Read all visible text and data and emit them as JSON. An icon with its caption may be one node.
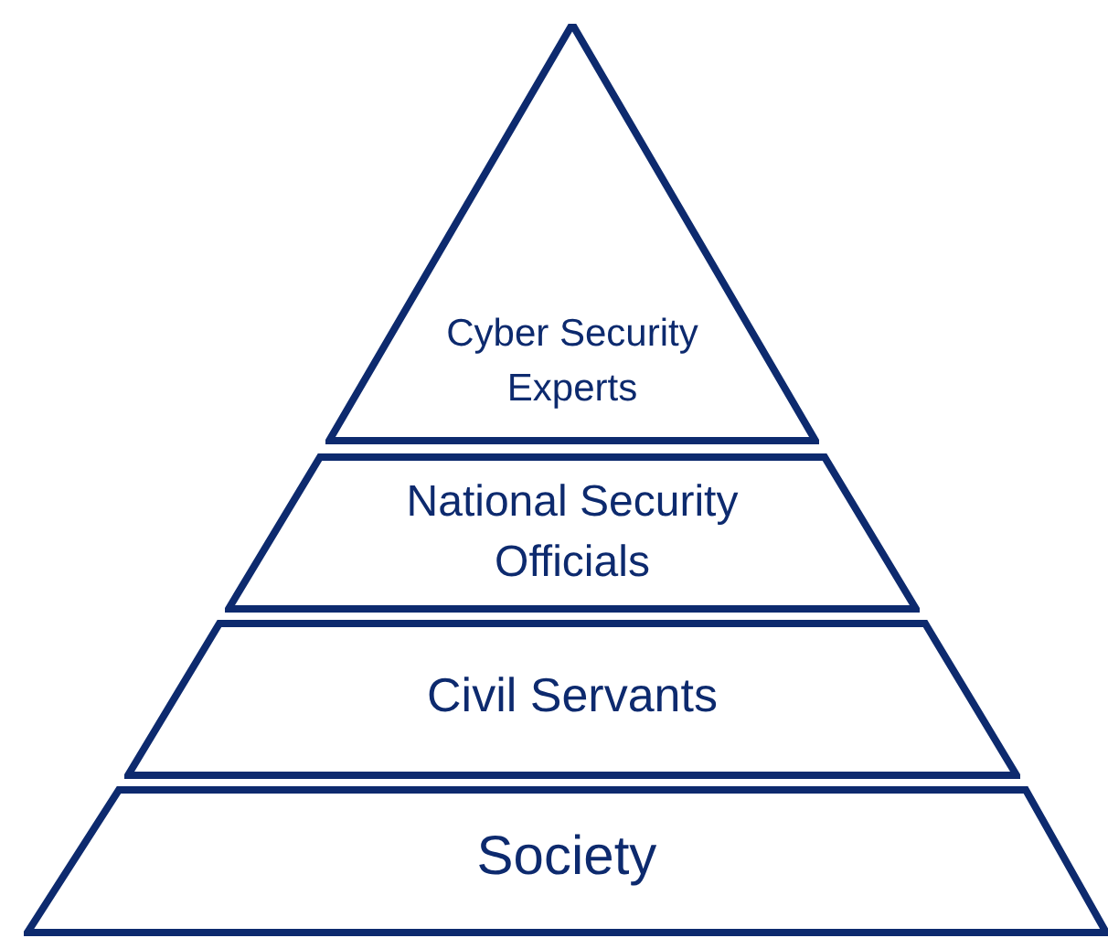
{
  "diagram": {
    "nodes": [
      {
        "text": [
          "Cyber Security Experts"
        ]
      },
      {
        "text": [
          "National Security Officials"
        ]
      },
      {
        "text": [
          "Civil Servants"
        ]
      },
      {
        "text": [
          "Society"
        ]
      }
    ]
  }
}
